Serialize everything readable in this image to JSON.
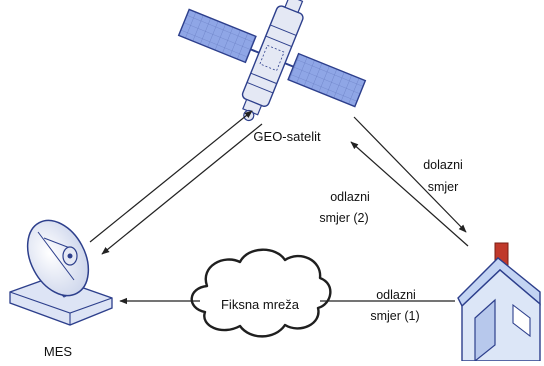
{
  "nodes": {
    "satellite": {
      "label": "GEO-satelit",
      "icon": "satellite-icon"
    },
    "mes": {
      "label": "MES",
      "icon": "satellite-dish-icon"
    },
    "house": {
      "icon": "house-icon"
    },
    "network": {
      "label": "Fiksna mreža",
      "icon": "cloud-icon"
    }
  },
  "links": {
    "outbound_2": {
      "line1": "odlazni",
      "line2": "smjer (2)"
    },
    "inbound": {
      "line1": "dolazni",
      "line2": "smjer"
    },
    "outbound_1": {
      "line1": "odlazni",
      "line2": "smjer (1)"
    }
  },
  "colors": {
    "panel_fill": "#8fa6e6",
    "panel_stroke": "#2d3f8c",
    "body_fill": "#e4e8f4",
    "house_wall": "#dce6f7",
    "house_roof": "#c3d4f3",
    "chimney": "#c0392b",
    "arrow": "#222222"
  }
}
